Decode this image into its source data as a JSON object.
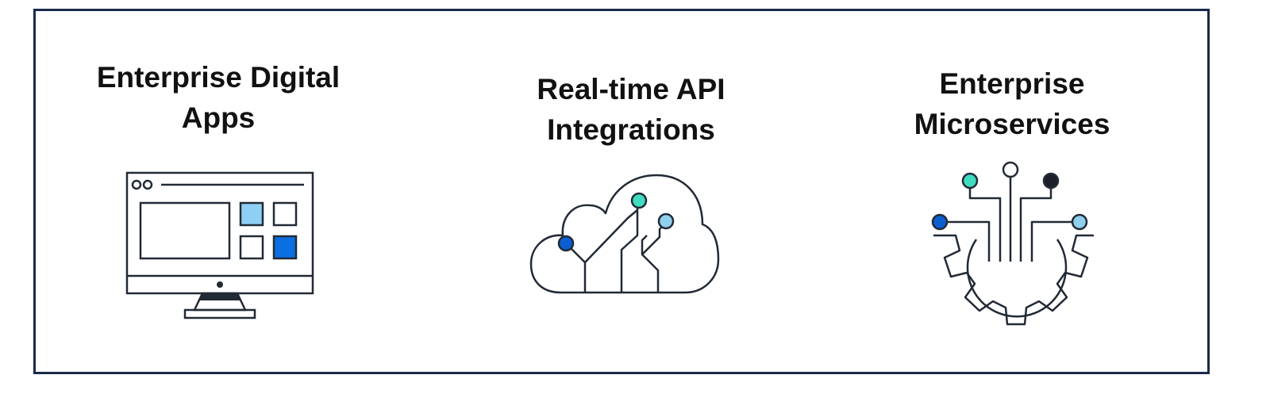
{
  "panels": [
    {
      "title_line1": "Enterprise Digital",
      "title_line2": "Apps",
      "icon": "monitor-dashboard-icon"
    },
    {
      "title_line1": "Real-time API",
      "title_line2": "Integrations",
      "icon": "cloud-network-icon"
    },
    {
      "title_line1": "Enterprise",
      "title_line2": "Microservices",
      "icon": "gear-circuit-icon"
    }
  ],
  "colors": {
    "outline": "#222a36",
    "frame": "#1b2a4a",
    "light_blue": "#8fcff5",
    "blue": "#0a6fe0",
    "dark_blue": "#0b5fd0",
    "teal": "#40dcc0",
    "pale_blue": "#8fd0ee",
    "dark_node": "#1b1f29"
  }
}
